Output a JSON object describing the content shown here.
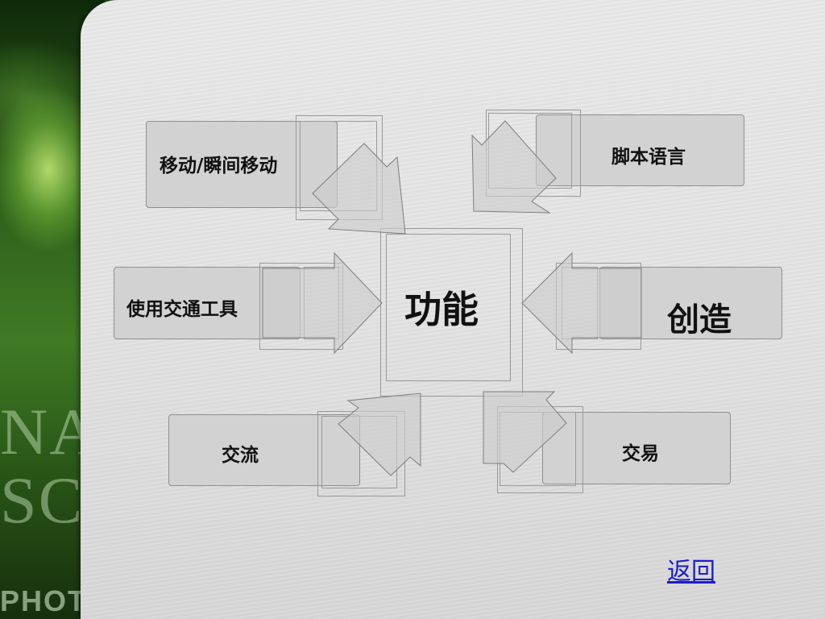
{
  "watermark": {
    "line1": "NA",
    "line2": "SCI",
    "line3": "PHOTO"
  },
  "center": {
    "label": "功能"
  },
  "items": {
    "teleport": "移动/瞬间移动",
    "script": "脚本语言",
    "vehicle": "使用交通工具",
    "create": "创造",
    "communicate": "交流",
    "trade": "交易"
  },
  "nav": {
    "back_label": "返回"
  },
  "colors": {
    "box_fill": "#d2d2d2",
    "link": "#1c1ccc",
    "background_green": "#2c5c1a"
  }
}
